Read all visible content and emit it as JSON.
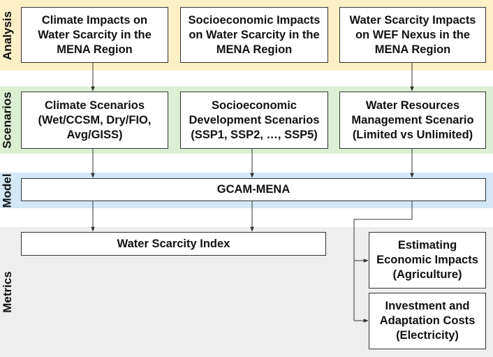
{
  "colors": {
    "analysis_band": "#fdefc6",
    "scenarios_band": "#dcefd3",
    "model_band": "#d4e7f6",
    "metrics_band": "#eeeeee",
    "box_border": "#333333",
    "arrow": "#333333"
  },
  "bands": {
    "analysis": "Analysis",
    "scenarios": "Scenarios",
    "model": "Model",
    "metrics": "Metrics"
  },
  "analysis": {
    "climate": "Climate Impacts on Water Scarcity in the MENA Region",
    "socio": "Socioeconomic Impacts on Water Scarcity in the MENA Region",
    "wef": "Water Scarcity Impacts on WEF Nexus in the MENA Region"
  },
  "scenarios": {
    "climate": "Climate Scenarios (Wet/CCSM, Dry/FIO, Avg/GISS)",
    "socio": "Socioeconomic Development Scenarios (SSP1, SSP2, …, SSP5)",
    "water": "Water Resources Management Scenario (Limited vs Unlimited)"
  },
  "model": {
    "gcam": "GCAM-MENA"
  },
  "metrics": {
    "wsi": "Water Scarcity Index",
    "economic": "Estimating Economic Impacts (Agriculture)",
    "investment": "Investment and Adaptation Costs (Electricity)"
  }
}
